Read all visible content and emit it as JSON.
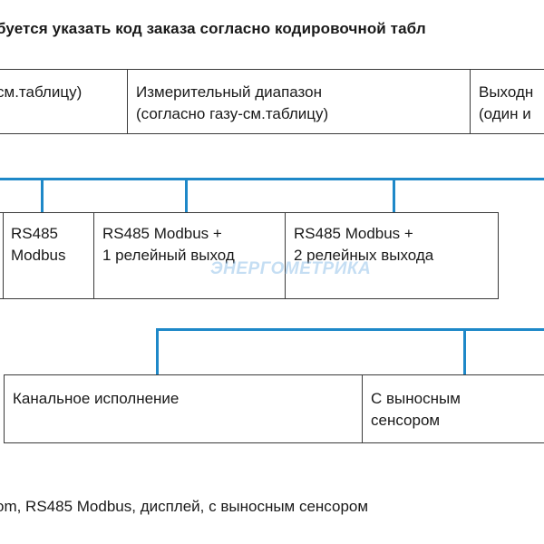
{
  "header": {
    "title": "буется указать код заказа согласно кодировочной табл"
  },
  "row1": {
    "cells": [
      {
        "text": "см.таблицу)"
      },
      {
        "text": "Измерительный диапазон\n(согласно газу-см.таблицу)"
      },
      {
        "text": "Выходн\n(один и"
      }
    ]
  },
  "row2": {
    "cells": [
      {
        "text": "RS485\nModbus"
      },
      {
        "text": "RS485 Modbus +\n1 релейный выход"
      },
      {
        "text": "RS485 Modbus +\n2 релейных выхода"
      }
    ]
  },
  "row3": {
    "cells": [
      {
        "text": "Канальное исполнение"
      },
      {
        "text": "С выносным\nсенсором"
      }
    ]
  },
  "watermark": {
    "text": "ЭНЕРГОМЕТРИКА"
  },
  "footer": {
    "example": "om, RS485 Modbus, дисплей, с выносным сенсором"
  },
  "colors": {
    "connector": "#1e88c8",
    "border": "#3a3a3a",
    "watermark": "#7fb7e6"
  }
}
